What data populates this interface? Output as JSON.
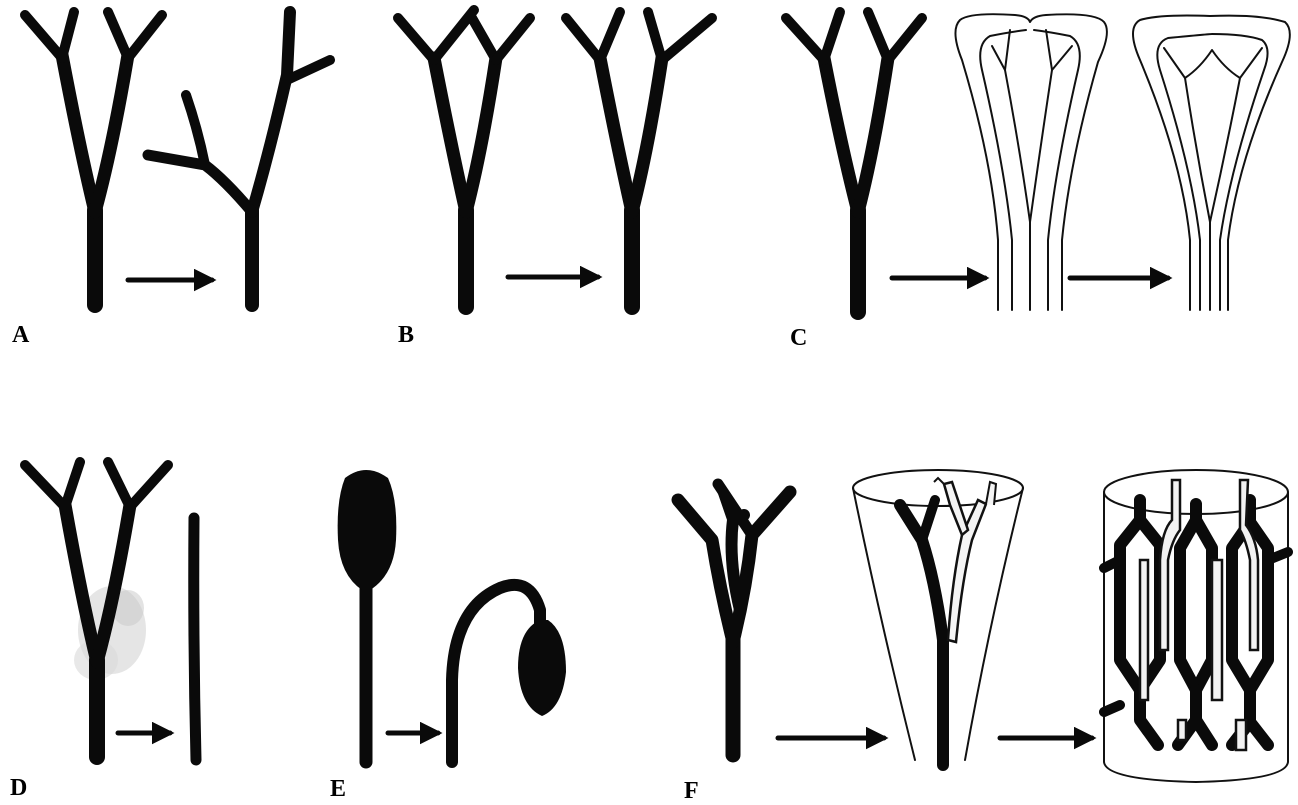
{
  "panels": [
    {
      "id": "A",
      "label": "A"
    },
    {
      "id": "B",
      "label": "B"
    },
    {
      "id": "C",
      "label": "C"
    },
    {
      "id": "D",
      "label": "D"
    },
    {
      "id": "E",
      "label": "E"
    },
    {
      "id": "F",
      "label": "F"
    }
  ],
  "colors": {
    "ink": "#0a0a0a",
    "background": "#ffffff",
    "stain": "#cfcfcf"
  }
}
